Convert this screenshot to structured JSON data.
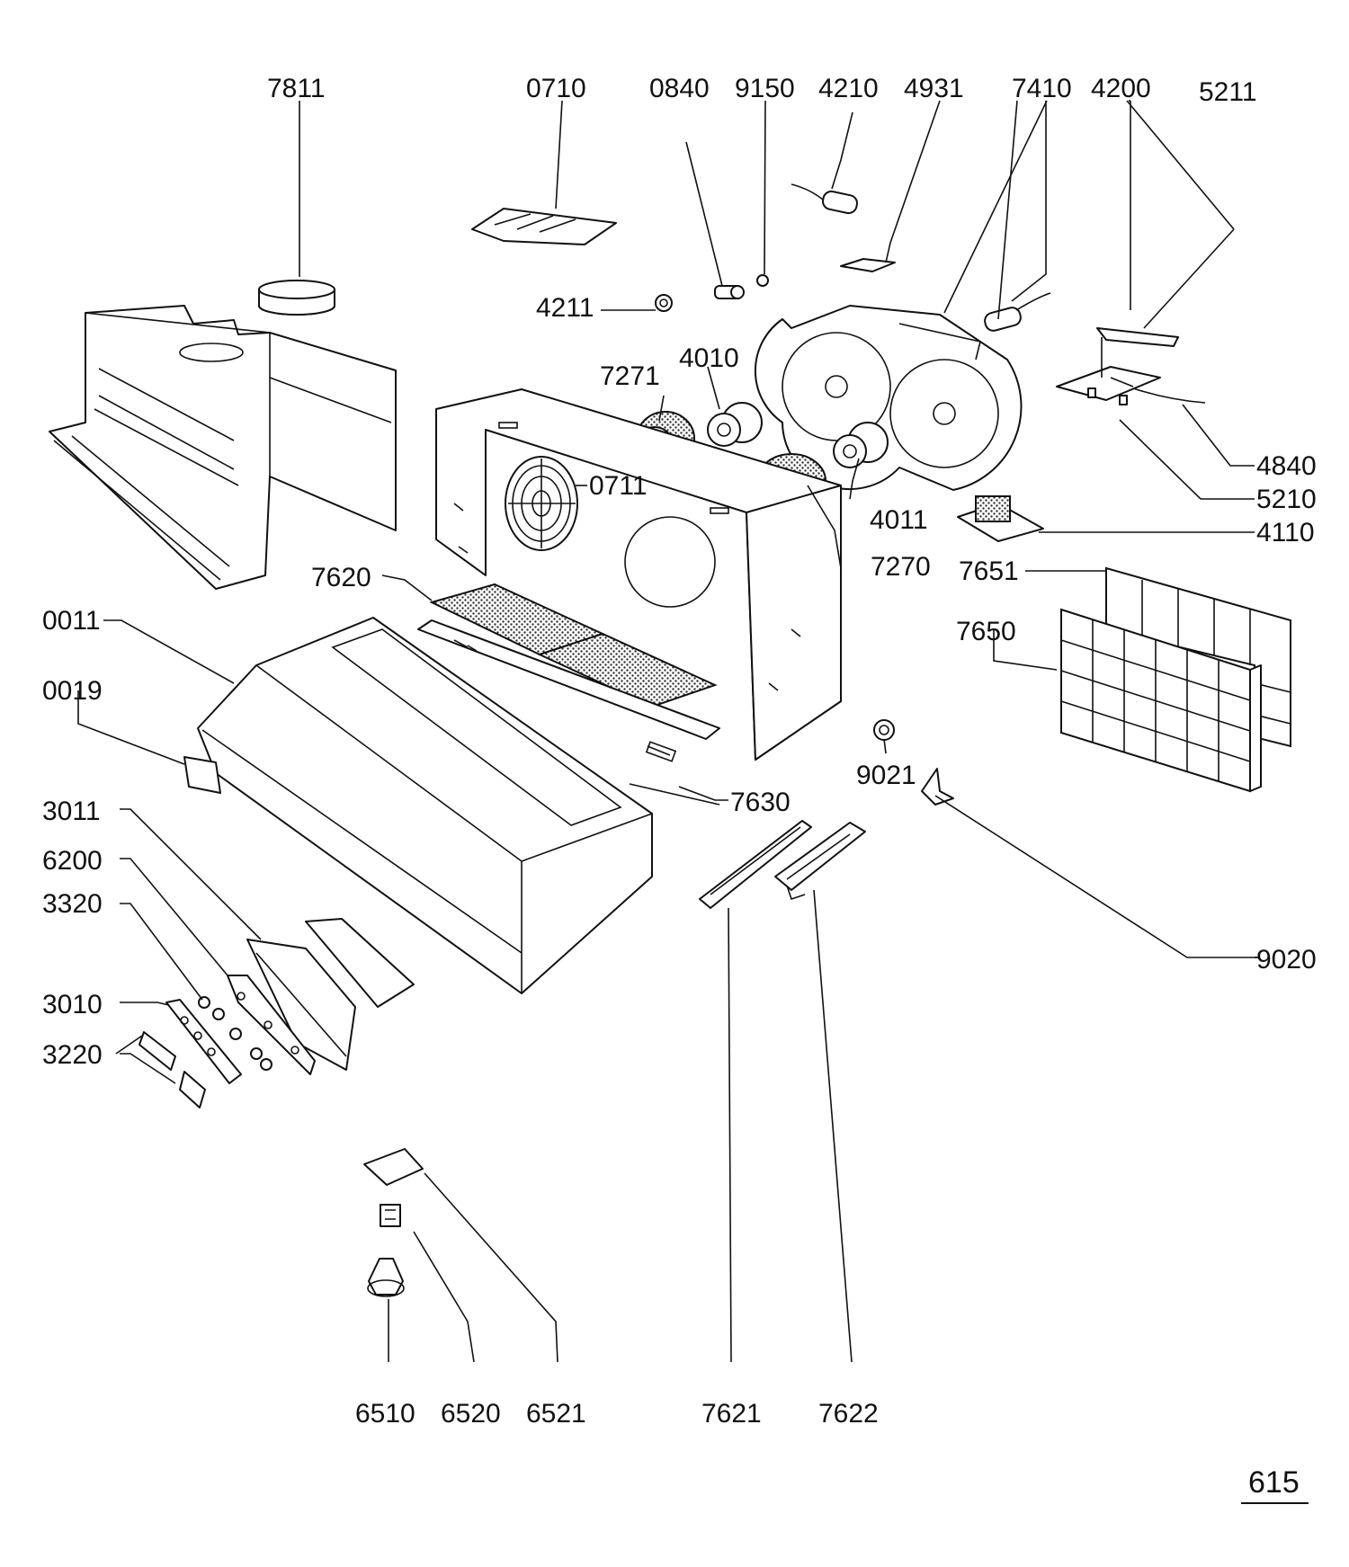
{
  "labels": {
    "l7811": "7811",
    "l0710": "0710",
    "l0840": "0840",
    "l9150": "9150",
    "l4210": "4210",
    "l4931": "4931",
    "l7410": "7410",
    "l4200": "4200",
    "l5211": "5211",
    "l4211": "4211",
    "l7271": "7271",
    "l4010": "4010",
    "l0711": "0711",
    "l4840": "4840",
    "l5210": "5210",
    "l4011": "4011",
    "l4110": "4110",
    "l7620": "7620",
    "l7270": "7270",
    "l7651": "7651",
    "l0011": "0011",
    "l7650": "7650",
    "l0019": "0019",
    "l9021": "9021",
    "l7630": "7630",
    "l3011": "3011",
    "l6200": "6200",
    "l3320": "3320",
    "l9020": "9020",
    "l3010": "3010",
    "l3220": "3220",
    "l6510": "6510",
    "l6520": "6520",
    "l6521": "6521",
    "l7621": "7621",
    "l7622": "7622"
  },
  "page_number": "615"
}
